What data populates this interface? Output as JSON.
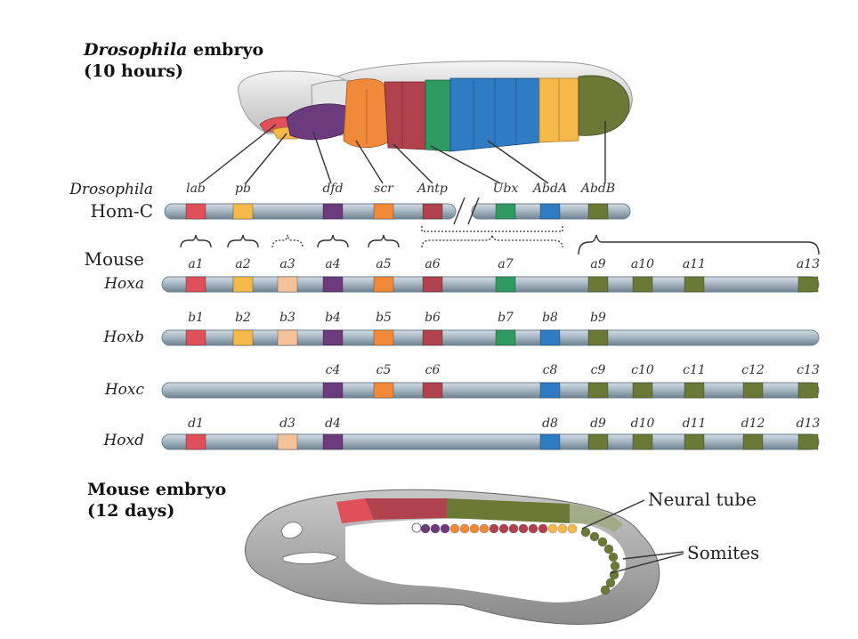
{
  "colors": {
    "lab": "#e0505a",
    "pb": "#f5b94a",
    "a3": "#f3c29a",
    "dfd": "#6b3b7e",
    "scr": "#f08a3a",
    "antp": "#b0424e",
    "ubx": "#2e9a62",
    "abda": "#2f7cc4",
    "abdb": "#6a7a36",
    "chromosome": "#a9b8c4",
    "chromosome_edge": "#6f8291"
  },
  "titles": {
    "dros_embryo_italic": "Drosophila",
    "dros_embryo_rest": " embryo",
    "dros_embryo_age": "(10 hours)",
    "mouse_embryo": "Mouse embryo",
    "mouse_embryo_age": "(12 days)"
  },
  "row_labels": {
    "drosophila": "Drosophila",
    "homc": "Hom-C",
    "mouse": "Mouse",
    "hoxa": "Hoxa",
    "hoxb": "Hoxb",
    "hoxc": "Hoxc",
    "hoxd": "Hoxd"
  },
  "homc_genes": [
    {
      "name": "lab",
      "color": "lab"
    },
    {
      "name": "pb",
      "color": "pb"
    },
    {
      "name": "dfd",
      "color": "dfd"
    },
    {
      "name": "scr",
      "color": "scr"
    },
    {
      "name": "Antp",
      "color": "antp"
    },
    {
      "name": "Ubx",
      "color": "ubx"
    },
    {
      "name": "AbdA",
      "color": "abda"
    },
    {
      "name": "AbdB",
      "color": "abdb"
    }
  ],
  "hoxa_genes": [
    {
      "name": "a1",
      "color": "lab"
    },
    {
      "name": "a2",
      "color": "pb"
    },
    {
      "name": "a3",
      "color": "a3"
    },
    {
      "name": "a4",
      "color": "dfd"
    },
    {
      "name": "a5",
      "color": "scr"
    },
    {
      "name": "a6",
      "color": "antp"
    },
    {
      "name": "a7",
      "color": "ubx"
    },
    {
      "name": "a9",
      "color": "abdb"
    },
    {
      "name": "a10",
      "color": "abdb"
    },
    {
      "name": "a11",
      "color": "abdb"
    },
    {
      "name": "a13",
      "color": "abdb"
    }
  ],
  "hoxb_genes": [
    {
      "name": "b1",
      "color": "lab"
    },
    {
      "name": "b2",
      "color": "pb"
    },
    {
      "name": "b3",
      "color": "a3"
    },
    {
      "name": "b4",
      "color": "dfd"
    },
    {
      "name": "b5",
      "color": "scr"
    },
    {
      "name": "b6",
      "color": "antp"
    },
    {
      "name": "b7",
      "color": "ubx"
    },
    {
      "name": "b8",
      "color": "abda"
    },
    {
      "name": "b9",
      "color": "abdb"
    }
  ],
  "hoxc_genes": [
    {
      "name": "c4",
      "color": "dfd"
    },
    {
      "name": "c5",
      "color": "scr"
    },
    {
      "name": "c6",
      "color": "antp"
    },
    {
      "name": "c8",
      "color": "abda"
    },
    {
      "name": "c9",
      "color": "abdb"
    },
    {
      "name": "c10",
      "color": "abdb"
    },
    {
      "name": "c11",
      "color": "abdb"
    },
    {
      "name": "c12",
      "color": "abdb"
    },
    {
      "name": "c13",
      "color": "abdb"
    }
  ],
  "hoxd_genes": [
    {
      "name": "d1",
      "color": "lab"
    },
    {
      "name": "d3",
      "color": "a3"
    },
    {
      "name": "d4",
      "color": "dfd"
    },
    {
      "name": "d8",
      "color": "abda"
    },
    {
      "name": "d9",
      "color": "abdb"
    },
    {
      "name": "d10",
      "color": "abdb"
    },
    {
      "name": "d11",
      "color": "abdb"
    },
    {
      "name": "d12",
      "color": "abdb"
    },
    {
      "name": "d13",
      "color": "abdb"
    }
  ],
  "callouts": {
    "neural_tube": "Neural tube",
    "somites": "Somites"
  }
}
